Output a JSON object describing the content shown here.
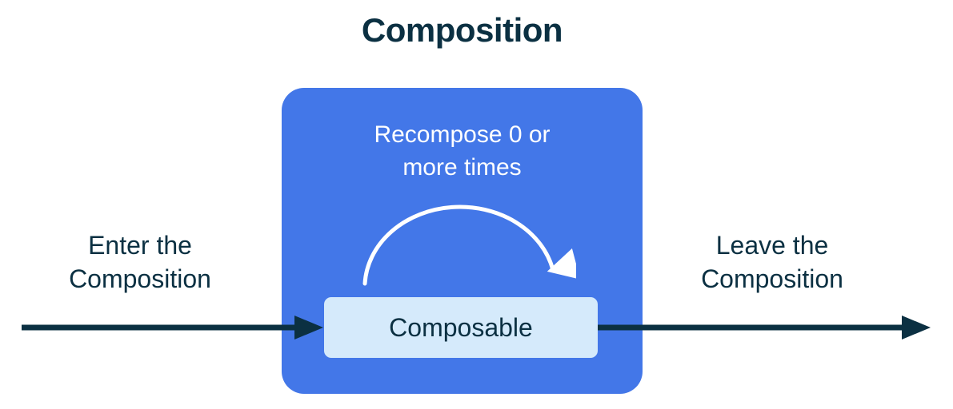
{
  "title": "Composition",
  "colors": {
    "blue_box": "#4377E8",
    "light_box": "#D5EAFB",
    "dark": "#0B3042",
    "white": "#FFFFFF",
    "background": "#FFFFFF"
  },
  "labels": {
    "enter": "Enter the\nComposition",
    "leave": "Leave the\nComposition",
    "recompose": "Recompose 0 or\nmore times",
    "composable": "Composable"
  },
  "icons": {
    "enter_arrow": "arrow-right",
    "leave_arrow": "arrow-right",
    "recompose_arc": "arc-arrow-clockwise"
  }
}
